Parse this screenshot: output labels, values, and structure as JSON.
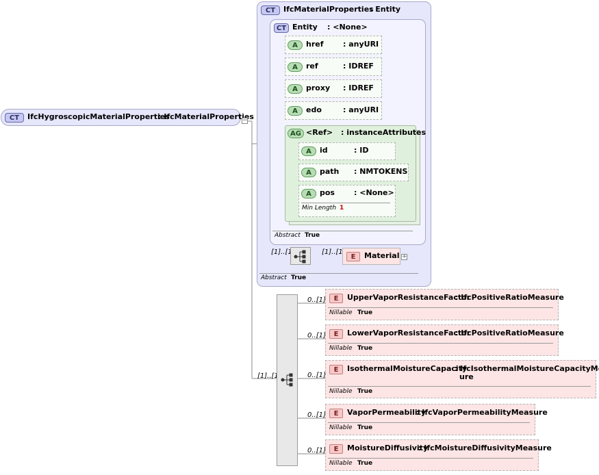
{
  "root": {
    "badge": "CT",
    "name": "IfcHygroscopicMaterialProperties",
    "type": ": IfcMaterialProperties"
  },
  "base": {
    "badge": "CT",
    "name": "IfcMaterialProperties",
    "type": ": Entity",
    "abstract_label": "Abstract",
    "abstract_value": "True"
  },
  "entity": {
    "badge": "CT",
    "name": "Entity",
    "type": ": <None>",
    "abstract_label": "Abstract",
    "abstract_value": "True"
  },
  "attributes": [
    {
      "badge": "A",
      "name": "href",
      "type": ": anyURI"
    },
    {
      "badge": "A",
      "name": "ref",
      "type": ": IDREF"
    },
    {
      "badge": "A",
      "name": "proxy",
      "type": ": IDREF"
    },
    {
      "badge": "A",
      "name": "edo",
      "type": ": anyURI"
    }
  ],
  "attr_group": {
    "badge": "AG",
    "name": "<Ref>",
    "type": ": instanceAttributes",
    "attributes": [
      {
        "badge": "A",
        "name": "id",
        "type": ": ID"
      },
      {
        "badge": "A",
        "name": "path",
        "type": ": NMTOKENS"
      },
      {
        "badge": "A",
        "name": "pos",
        "type": ": <None>",
        "facet_label": "Min Length",
        "facet_value": "1"
      }
    ]
  },
  "material": {
    "badge": "E",
    "name": "Material",
    "card_left": "[1]..[1]",
    "card_right": "[1]..[1]"
  },
  "sequence": {
    "card": "[1]..[1]"
  },
  "elements": [
    {
      "badge": "E",
      "name": "UpperVaporResistanceFactor",
      "type": ": IfcPositiveRatioMeasure",
      "type2": "",
      "card": "0..[1]",
      "prop_label": "Nillable",
      "prop_value": "True"
    },
    {
      "badge": "E",
      "name": "LowerVaporResistanceFactor",
      "type": ": IfcPositiveRatioMeasure",
      "type2": "",
      "card": "0..[1]",
      "prop_label": "Nillable",
      "prop_value": "True"
    },
    {
      "badge": "E",
      "name": "IsothermalMoistureCapacity",
      "type": ": IfcIsothermalMoistureCapacityMeas",
      "type2": "ure",
      "card": "0..[1]",
      "prop_label": "Nillable",
      "prop_value": "True"
    },
    {
      "badge": "E",
      "name": "VaporPermeability",
      "type": ": IfcVaporPermeabilityMeasure",
      "type2": "",
      "card": "0..[1]",
      "prop_label": "Nillable",
      "prop_value": "True"
    },
    {
      "badge": "E",
      "name": "MoistureDiffusivity",
      "type": ": IfcMoistureDiffusivityMeasure",
      "type2": "",
      "card": "0..[1]",
      "prop_label": "Nillable",
      "prop_value": "True"
    }
  ]
}
